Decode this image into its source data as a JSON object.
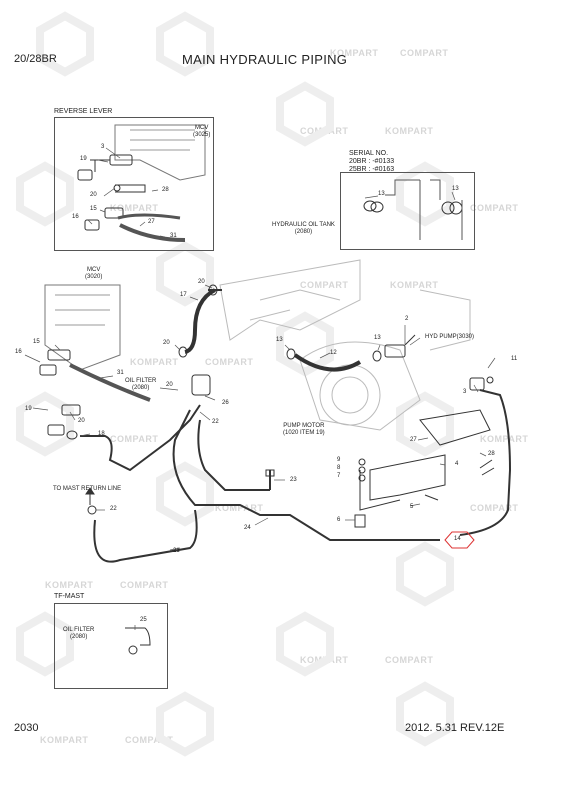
{
  "header": {
    "model": "20/28BR",
    "title": "MAIN HYDRAULIC PIPING"
  },
  "footer": {
    "page": "2030",
    "date_rev": "2012. 5.31  REV.12E"
  },
  "watermark": {
    "left_text": "KOMPART",
    "right_text": "COMPART",
    "color": "#d6d6d6"
  },
  "reverse_lever_box": {
    "title": "REVERSE LEVER",
    "mcv_label": "MCV\n(3025)",
    "parts": [
      "3",
      "19",
      "20",
      "28",
      "15",
      "16",
      "27",
      "31"
    ]
  },
  "serial_box": {
    "title": "SERIAL NO.",
    "line1": "20BR : -#0133",
    "line2": "25BR : -#0163",
    "parts": [
      "13",
      "13"
    ]
  },
  "tf_mast_box": {
    "title": "TF-MAST",
    "oil_filter": "OIL FILTER\n(2080)",
    "part": "25"
  },
  "labels": {
    "hydraulic_oil_tank": "HYDRAULIC OIL TANK\n(2080)",
    "mcv_main": "MCV\n(3020)",
    "oil_filter_main": "OIL FILTER\n(2080)",
    "hyd_pump": "HYD PUMP(3030)",
    "pump_motor": "PUMP MOTOR\n(1020 ITEM 19)",
    "to_mast": "TO MAST RETURN LINE"
  },
  "callouts": {
    "p20a": "20",
    "p17": "17",
    "p20b": "20",
    "p13a": "13",
    "p12": "12",
    "p13b": "13",
    "p2": "2",
    "p15": "15",
    "p16": "16",
    "p31": "31",
    "p20c": "20",
    "p26": "26",
    "p11": "11",
    "p19": "19",
    "p20d": "20",
    "p22a": "22",
    "p18": "18",
    "p3": "3",
    "p27": "27",
    "p9": "9",
    "p8": "8",
    "p7": "7",
    "p4": "4",
    "p28": "28",
    "p23": "23",
    "p5": "5",
    "p22b": "22",
    "p24": "24",
    "p6": "6",
    "p21": "21",
    "p14": "14"
  }
}
